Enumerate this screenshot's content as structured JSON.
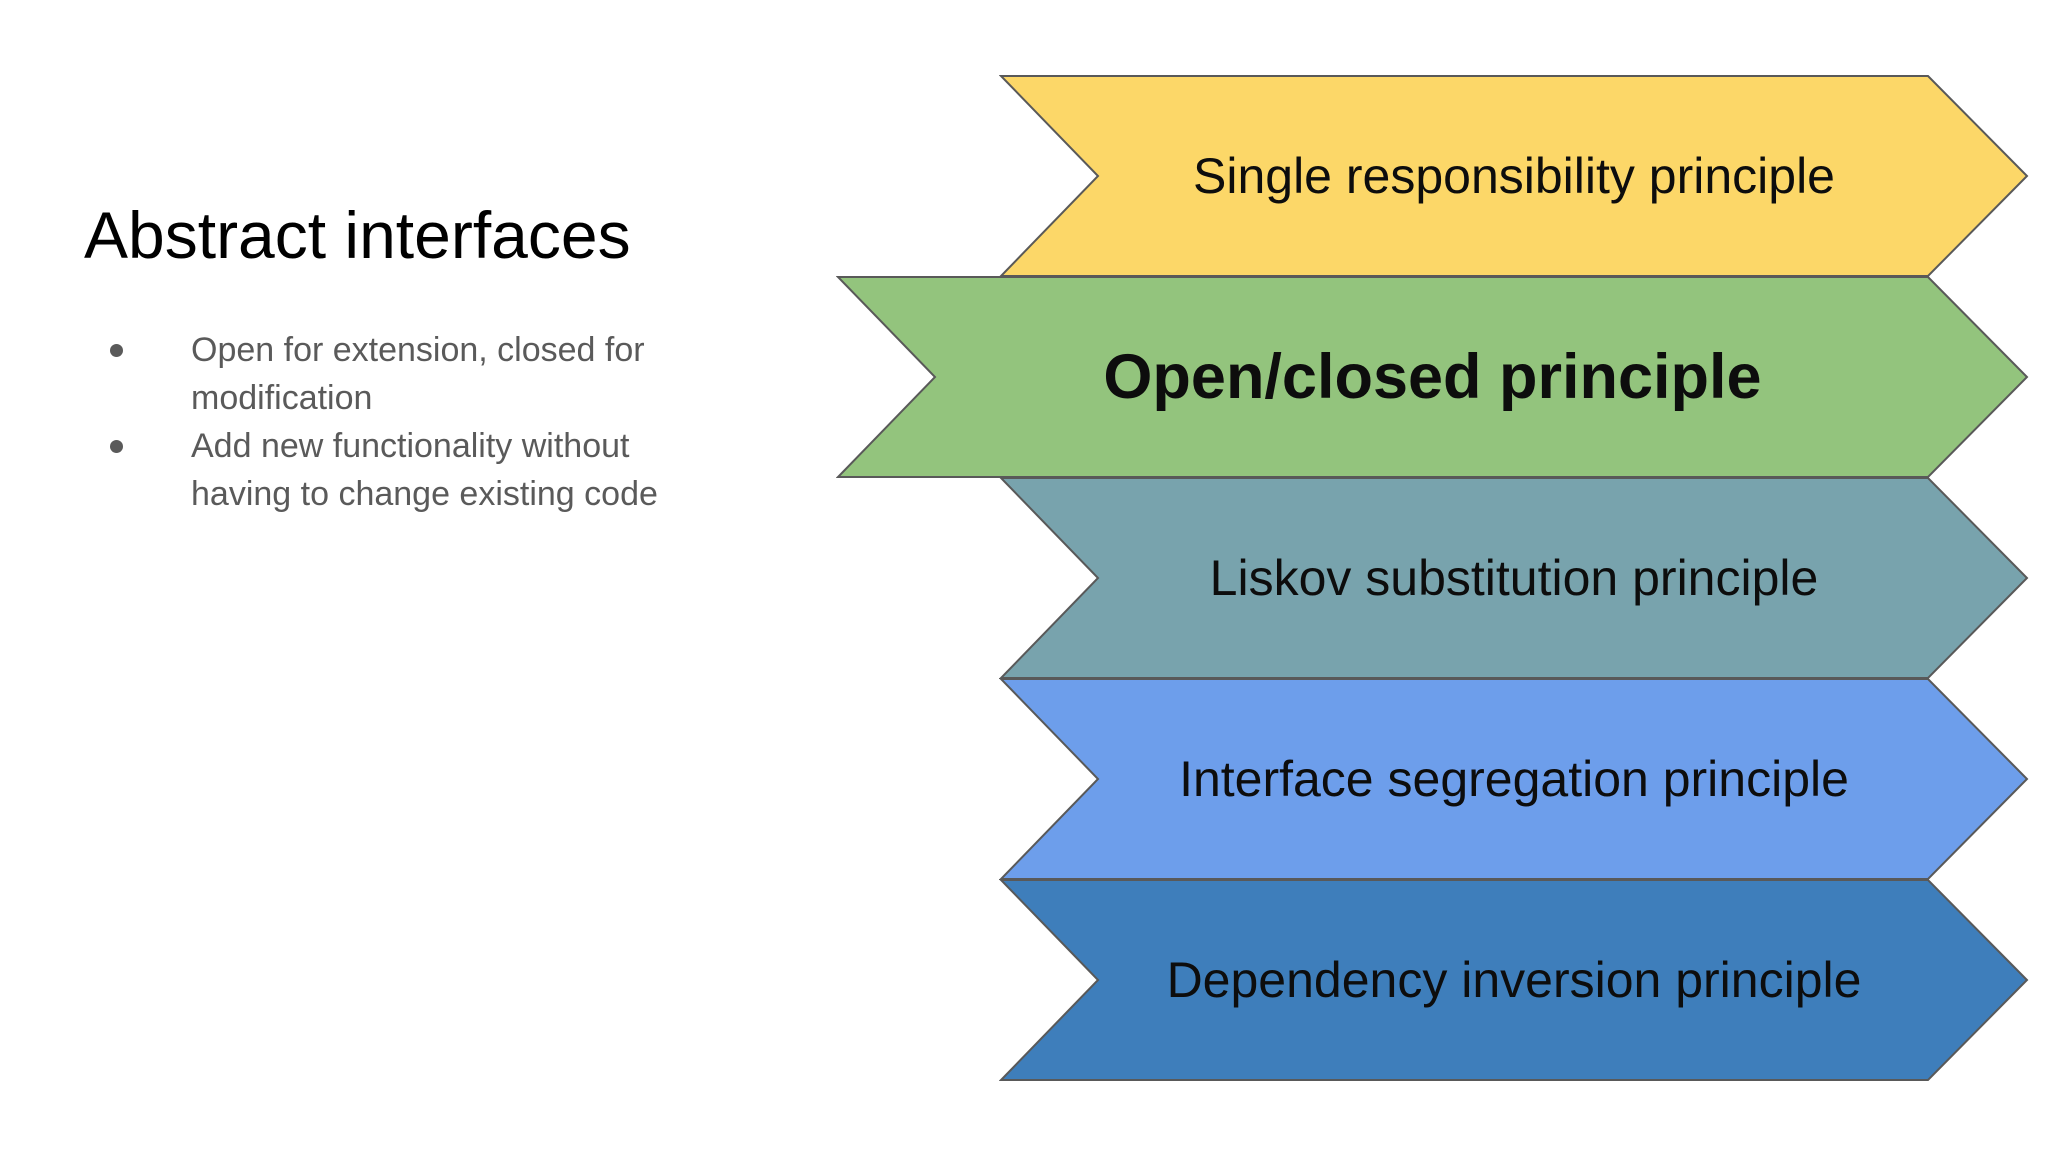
{
  "slide": {
    "title": "Abstract interfaces",
    "bullets": [
      {
        "text": "Open for extension, closed for modification"
      },
      {
        "text": "Add new functionality without having to change existing code"
      }
    ]
  },
  "arrows": {
    "stroke_color": "#595959",
    "items": [
      {
        "id": "single-responsibility",
        "label": "Single responsibility principle",
        "color": "#FCD768"
      },
      {
        "id": "open-closed",
        "label": "Open/closed principle",
        "color": "#93C47D",
        "emphasis": "bold"
      },
      {
        "id": "liskov-substitution",
        "label": "Liskov substitution principle",
        "color": "#78A3AD"
      },
      {
        "id": "interface-segregation",
        "label": "Interface segregation principle",
        "color": "#6D9EEB"
      },
      {
        "id": "dependency-inversion",
        "label": "Dependency inversion principle",
        "color": "#3E7EBB"
      }
    ]
  }
}
